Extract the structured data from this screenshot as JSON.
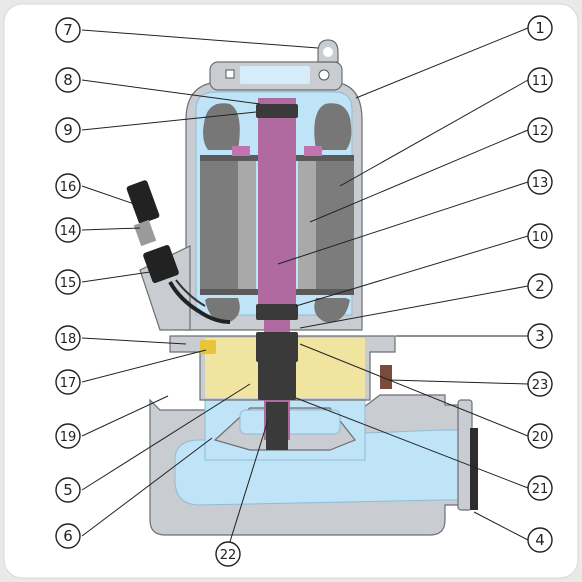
{
  "diagram": {
    "colors": {
      "casing": "#c9ccd0",
      "casing_edge": "#6c6f74",
      "stator": "#8a8a8a",
      "rotor_light": "#b9b9b9",
      "shaft": "#b06aa0",
      "coil": "#6f6f6f",
      "water": "#bfe3f7",
      "oil": "#f1e3a0",
      "cable": "#222222",
      "gasket": "#7a4a3a"
    },
    "callouts": [
      {
        "id": "c1",
        "label": "1"
      },
      {
        "id": "c2",
        "label": "2"
      },
      {
        "id": "c3",
        "label": "3"
      },
      {
        "id": "c4",
        "label": "4"
      },
      {
        "id": "c5",
        "label": "5"
      },
      {
        "id": "c6",
        "label": "6"
      },
      {
        "id": "c7",
        "label": "7"
      },
      {
        "id": "c8",
        "label": "8"
      },
      {
        "id": "c9",
        "label": "9"
      },
      {
        "id": "c10",
        "label": "10"
      },
      {
        "id": "c11",
        "label": "11"
      },
      {
        "id": "c12",
        "label": "12"
      },
      {
        "id": "c13",
        "label": "13"
      },
      {
        "id": "c14",
        "label": "14"
      },
      {
        "id": "c15",
        "label": "15"
      },
      {
        "id": "c16",
        "label": "16"
      },
      {
        "id": "c17",
        "label": "17"
      },
      {
        "id": "c18",
        "label": "18"
      },
      {
        "id": "c19",
        "label": "19"
      },
      {
        "id": "c20",
        "label": "20"
      },
      {
        "id": "c21",
        "label": "21"
      },
      {
        "id": "c22",
        "label": "22"
      },
      {
        "id": "c23",
        "label": "23"
      }
    ]
  }
}
